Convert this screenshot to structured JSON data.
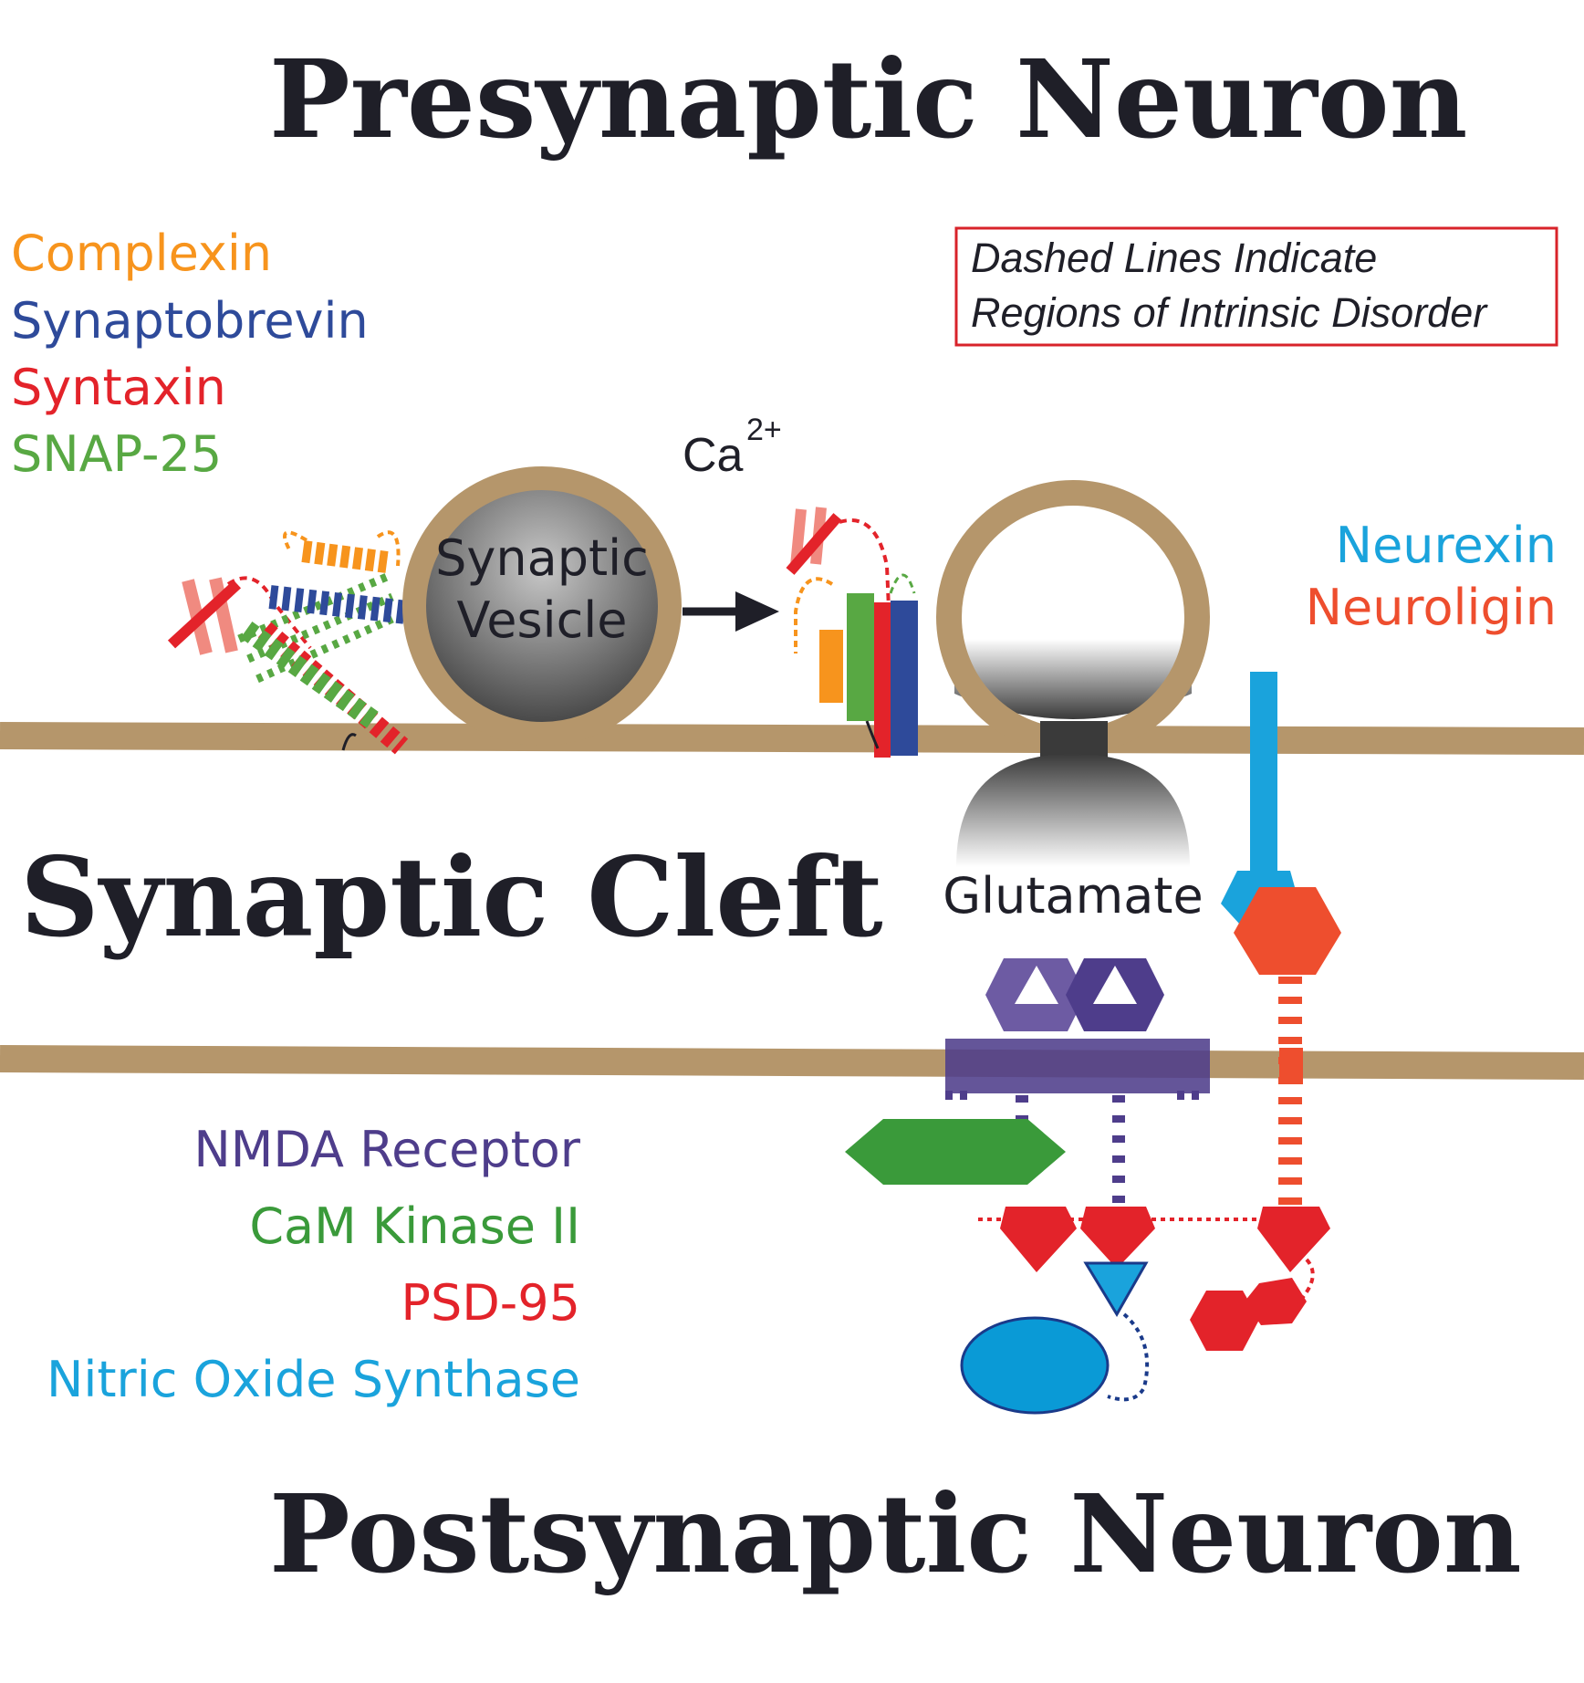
{
  "titles": {
    "presynaptic": "Presynaptic Neuron",
    "cleft": "Synaptic Cleft",
    "postsynaptic": "Postsynaptic Neuron"
  },
  "note": {
    "line1": "Dashed Lines Indicate",
    "line2": "Regions of Intrinsic Disorder",
    "border_color": "#d8232a"
  },
  "presynaptic_legend": [
    {
      "label": "Complexin",
      "color": "#f7941d"
    },
    {
      "label": "Synaptobrevin",
      "color": "#2e4a9a"
    },
    {
      "label": "Syntaxin",
      "color": "#e3232a"
    },
    {
      "label": "SNAP-25",
      "color": "#58a843"
    }
  ],
  "adhesion_legend": [
    {
      "label": "Neurexin",
      "color": "#1aa3dc"
    },
    {
      "label": "Neuroligin",
      "color": "#ee4e2e"
    }
  ],
  "postsynaptic_legend": [
    {
      "label": "NMDA Receptor",
      "color": "#4e3d8b"
    },
    {
      "label": "CaM Kinase II",
      "color": "#3a9a3a"
    },
    {
      "label": "PSD-95",
      "color": "#e3232a"
    },
    {
      "label": "Nitric Oxide Synthase",
      "color": "#1aa3dc"
    }
  ],
  "labels": {
    "vesicle_line1": "Synaptic",
    "vesicle_line2": "Vesicle",
    "calcium": "Ca",
    "calcium_charge": "2+",
    "glutamate": "Glutamate"
  },
  "colors": {
    "membrane": "#b5966b",
    "text_dark": "#1f1f28"
  }
}
